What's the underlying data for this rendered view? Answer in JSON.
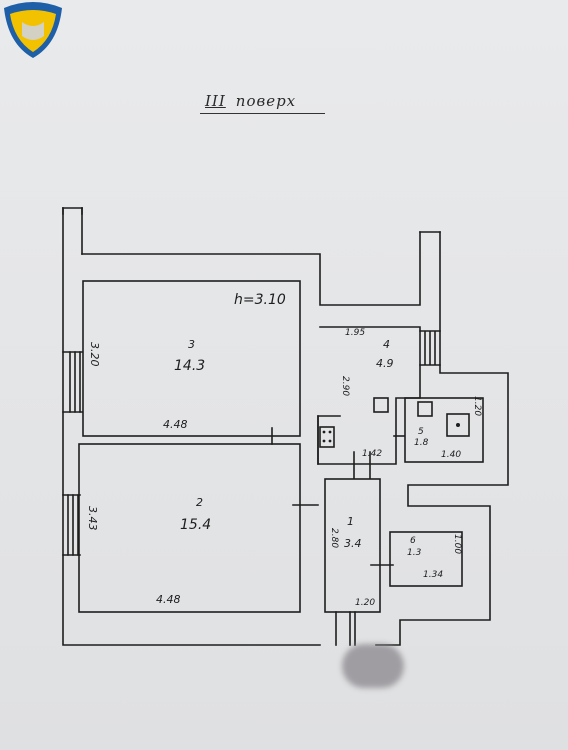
{
  "floor": {
    "roman": "III",
    "word": "поверх"
  },
  "ceiling_height": "h=3.10",
  "rooms": [
    {
      "number": "1",
      "area": "3.4"
    },
    {
      "number": "2",
      "area": "15.4"
    },
    {
      "number": "3",
      "area": "14.3"
    },
    {
      "number": "4",
      "area": "4.9"
    },
    {
      "number": "5",
      "area": "1.8"
    },
    {
      "number": "6",
      "area": "1.3"
    }
  ],
  "dimensions": {
    "room3_width": "4.48",
    "room3_height": "3.20",
    "room2_width": "4.48",
    "room2_height": "3.43",
    "room4_width": "1.95",
    "room4_height": "2.90",
    "corridor_width": "1.42",
    "room1_height": "2.80",
    "room1_width": "1.20",
    "room5_width": "1.40",
    "room5_height": "1.20",
    "room6_width": "1.34",
    "room6_height": "1.00"
  },
  "colors": {
    "ink": "#1e1e1e",
    "paper": "#e6e7e9",
    "logo_blue": "#1f5fa8",
    "logo_yellow": "#f2c200"
  }
}
